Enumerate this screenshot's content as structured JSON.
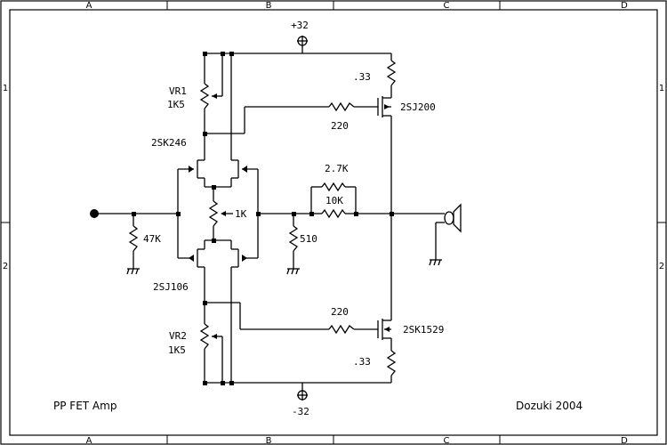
{
  "frame": {
    "columns": [
      "A",
      "B",
      "C",
      "D"
    ],
    "rows": [
      "1",
      "2"
    ]
  },
  "rails": {
    "positive": "+32",
    "negative": "-32"
  },
  "components": {
    "vr1_name": "VR1",
    "vr1_value": "1K5",
    "vr2_name": "VR2",
    "vr2_value": "1K5",
    "q_upper_diff": "2SK246",
    "q_lower_diff": "2SJ106",
    "q_upper_out": "2SJ200",
    "q_lower_out": "2SK1529",
    "r_gate_upper": "220",
    "r_gate_lower": "220",
    "r_source_upper": ".33",
    "r_source_lower": ".33",
    "r_input": "47K",
    "r_balance": "1K",
    "r_feedback_shunt": "510",
    "r_feedback_a": "2.7K",
    "r_feedback_b": "10K"
  },
  "title_block": {
    "name": "PP FET Amp",
    "author": "Dozuki 2004"
  }
}
